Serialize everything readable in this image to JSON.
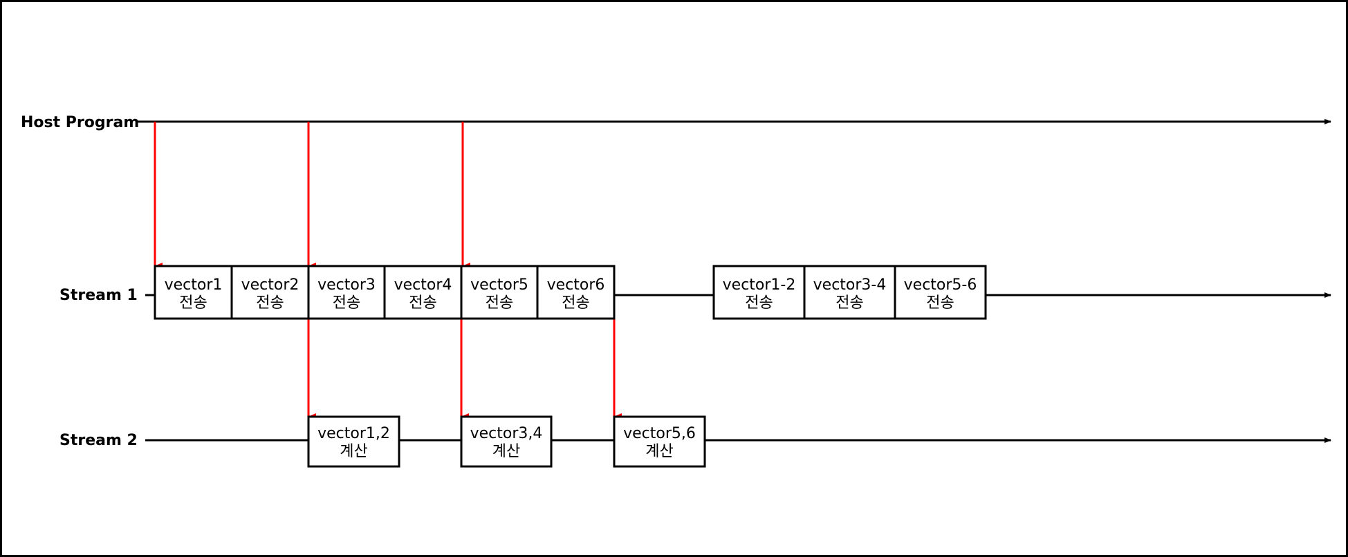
{
  "colors": {
    "timeline": "#000000",
    "arrow": "#ff0000",
    "box_fill": "#ffffff",
    "frame": "#000000"
  },
  "lanes": {
    "host": {
      "label": "Host Program"
    },
    "stream1": {
      "label": "Stream 1"
    },
    "stream2": {
      "label": "Stream 2"
    }
  },
  "stream1_boxes": [
    {
      "line1": "vector1",
      "line2": "전송"
    },
    {
      "line1": "vector2",
      "line2": "전송"
    },
    {
      "line1": "vector3",
      "line2": "전송"
    },
    {
      "line1": "vector4",
      "line2": "전송"
    },
    {
      "line1": "vector5",
      "line2": "전송"
    },
    {
      "line1": "vector6",
      "line2": "전송"
    },
    {
      "line1": "vector1-2",
      "line2": "전송"
    },
    {
      "line1": "vector3-4",
      "line2": "전송"
    },
    {
      "line1": "vector5-6",
      "line2": "전송"
    }
  ],
  "stream2_boxes": [
    {
      "line1": "vector1,2",
      "line2": "계산"
    },
    {
      "line1": "vector3,4",
      "line2": "계산"
    },
    {
      "line1": "vector5,6",
      "line2": "계산"
    }
  ]
}
